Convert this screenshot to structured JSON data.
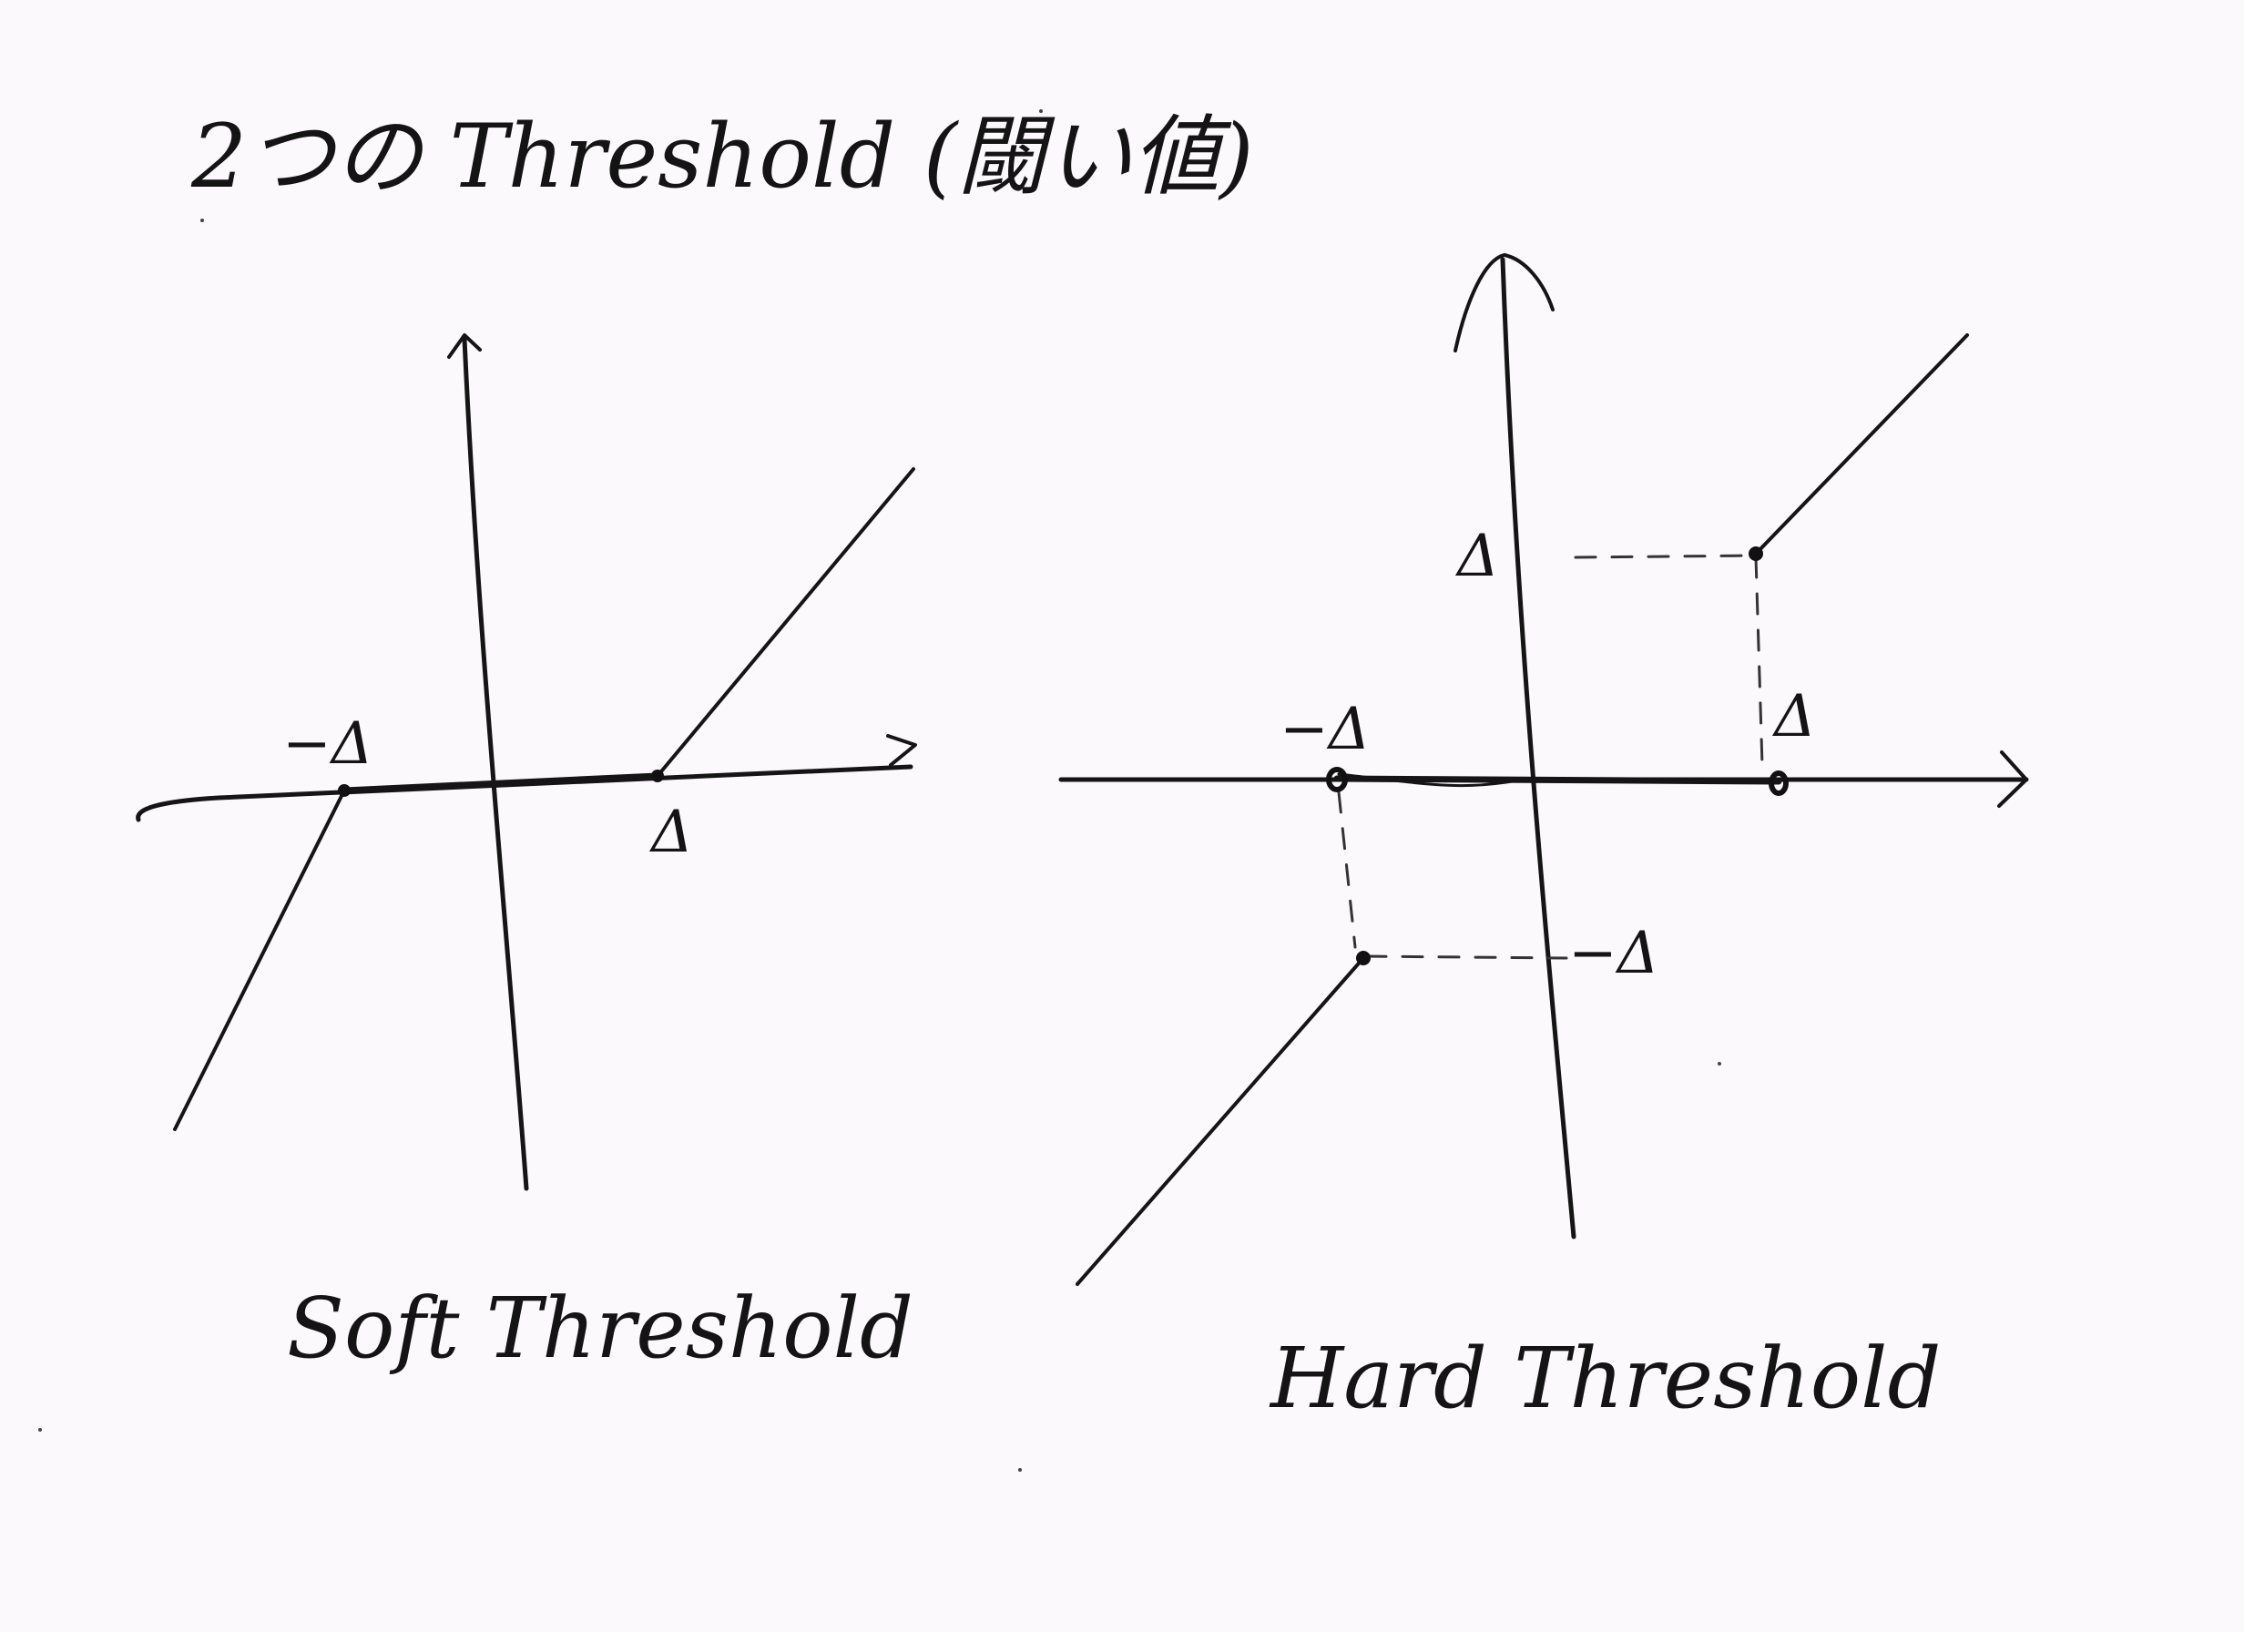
{
  "title": "2つの Threshold (閾い値)",
  "soft": {
    "caption": "Soft Threshold",
    "neg_delta_label": "−Δ",
    "pos_delta_label": "Δ"
  },
  "hard": {
    "caption": "Hard Threshold",
    "neg_delta_label": "−Δ",
    "pos_delta_label": "Δ",
    "y_delta_label": "Δ",
    "x_delta_label": "Δ",
    "y_neg_delta_label": "−Δ"
  },
  "colors": {
    "paper": "#fbf9fb",
    "ink": "#151515"
  }
}
